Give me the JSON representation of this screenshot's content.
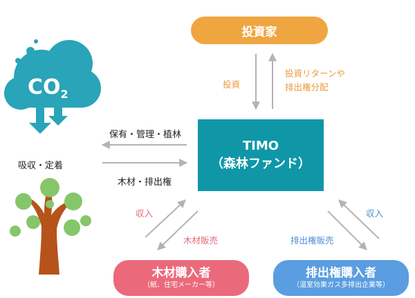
{
  "investor": {
    "label": "投資家"
  },
  "timo": {
    "line1": "TIMO",
    "line2": "（森林ファンド）"
  },
  "timber_buyer": {
    "title": "木材購入者",
    "sub": "（紙、住宅メーカー等）"
  },
  "credit_buyer": {
    "title": "排出権購入者",
    "sub": "（温室効果ガス多排出企業等）"
  },
  "cloud": {
    "label_main": "CO",
    "label_sub": "2"
  },
  "labels": {
    "absorb": "吸収・定着",
    "invest": "投資",
    "returns_l1": "投資リターンや",
    "returns_l2": "排出権分配",
    "maintain": "保有・管理・植林",
    "timber_credits": "木材・排出権",
    "income_left": "収入",
    "timber_sales": "木材販売",
    "credit_sales": "排出権販売",
    "income_right": "収入"
  },
  "colors": {
    "investor": "#f0a640",
    "timo": "#0f97a8",
    "timber_buyer": "#ea6a7c",
    "credit_buyer": "#5a9de0",
    "cloud": "#29a4b8",
    "tree_leaves": "#86c66a",
    "tree_trunk": "#b5531a",
    "arrow": "#b3b3b3"
  }
}
